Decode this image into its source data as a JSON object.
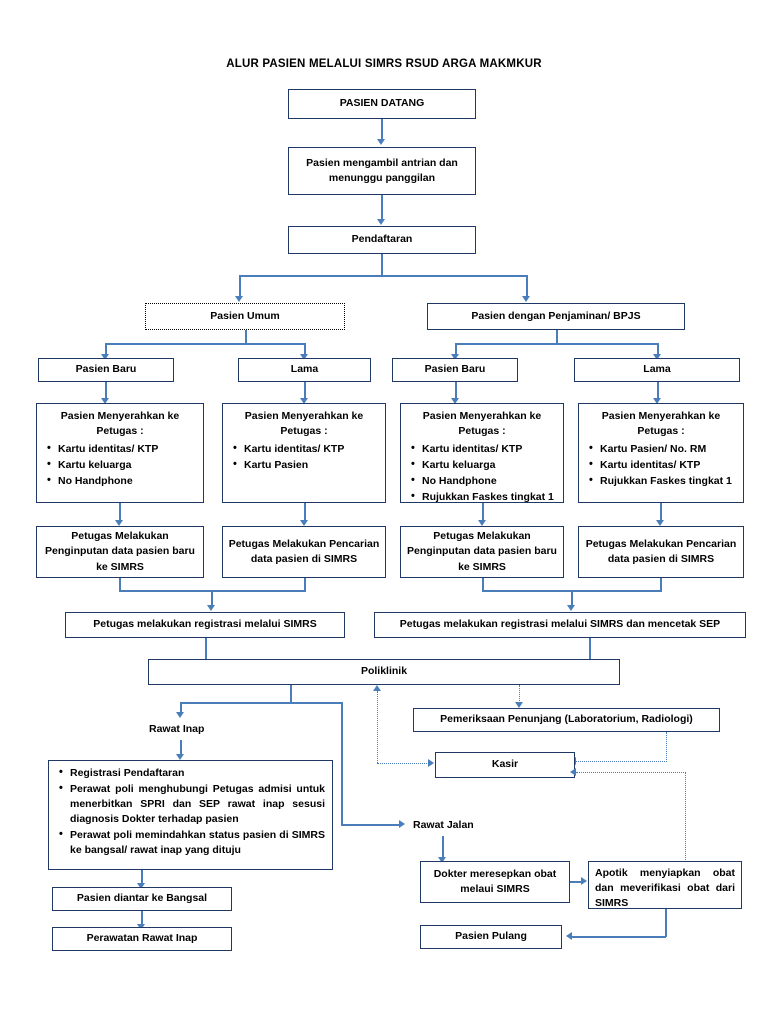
{
  "title": "ALUR PASIEN MELALUI SIMRS RSUD ARGA MAKMKUR",
  "colors": {
    "box_border": "#1F3864",
    "connector": "#4A7EBB",
    "background": "#FFFFFF",
    "text": "#000000"
  },
  "nodes": {
    "pasien_datang": "PASIEN DATANG",
    "ambil_antrian": "Pasien mengambil antrian dan menunggu panggilan",
    "pendaftaran": "Pendaftaran",
    "pasien_umum": "Pasien Umum",
    "pasien_bpjs": "Pasien dengan Penjaminan/ BPJS",
    "umum_baru": "Pasien Baru",
    "umum_lama": "Lama",
    "bpjs_baru": "Pasien Baru",
    "bpjs_lama": "Lama",
    "serah_head": "Pasien Menyerahkan ke Petugas :",
    "umum_baru_items": [
      "Kartu identitas/ KTP",
      "Kartu keluarga",
      "No Handphone"
    ],
    "umum_lama_items": [
      "Kartu identitas/ KTP",
      "Kartu Pasien"
    ],
    "bpjs_baru_items": [
      "Kartu identitas/ KTP",
      "Kartu keluarga",
      "No Handphone",
      "Rujukkan Faskes tingkat 1"
    ],
    "bpjs_lama_items": [
      "Kartu Pasien/ No. RM",
      "Kartu identitas/ KTP",
      "Rujukkan Faskes tingkat 1"
    ],
    "input_baru": "Petugas Melakukan Penginputan data pasien baru ke SIMRS",
    "cari_lama": "Petugas Melakukan Pencarian data pasien di SIMRS",
    "input_baru_bpjs": "Petugas Melakukan Penginputan data pasien baru ke SIMRS",
    "cari_lama_bpjs": "Petugas Melakukan Pencarian data pasien di SIMRS",
    "registrasi_umum": "Petugas melakukan registrasi melalui SIMRS",
    "registrasi_bpjs": "Petugas melakukan registrasi melalui SIMRS dan mencetak SEP",
    "poliklinik": "Poliklinik",
    "rawat_inap_label": "Rawat Inap",
    "rawat_jalan_label": "Rawat Jalan",
    "pemeriksaan_penunjang": "Pemeriksaan Penunjang (Laboratorium, Radiologi)",
    "kasir": "Kasir",
    "rawat_inap_items": [
      "Registrasi Pendaftaran",
      "Perawat poli menghubungi Petugas admisi untuk menerbitkan SPRI dan SEP rawat inap sesusi diagnosis Dokter terhadap pasien",
      "Perawat poli memindahkan status pasien di SIMRS ke bangsal/ rawat inap yang dituju"
    ],
    "diantar_bangsal": "Pasien diantar ke Bangsal",
    "perawatan_rawat_inap": "Perawatan Rawat Inap",
    "dokter_resep": "Dokter meresepkan obat melaui SIMRS",
    "apotik": "Apotik menyiapkan obat dan meverifikasi obat dari SIMRS",
    "pasien_pulang": "Pasien Pulang"
  }
}
